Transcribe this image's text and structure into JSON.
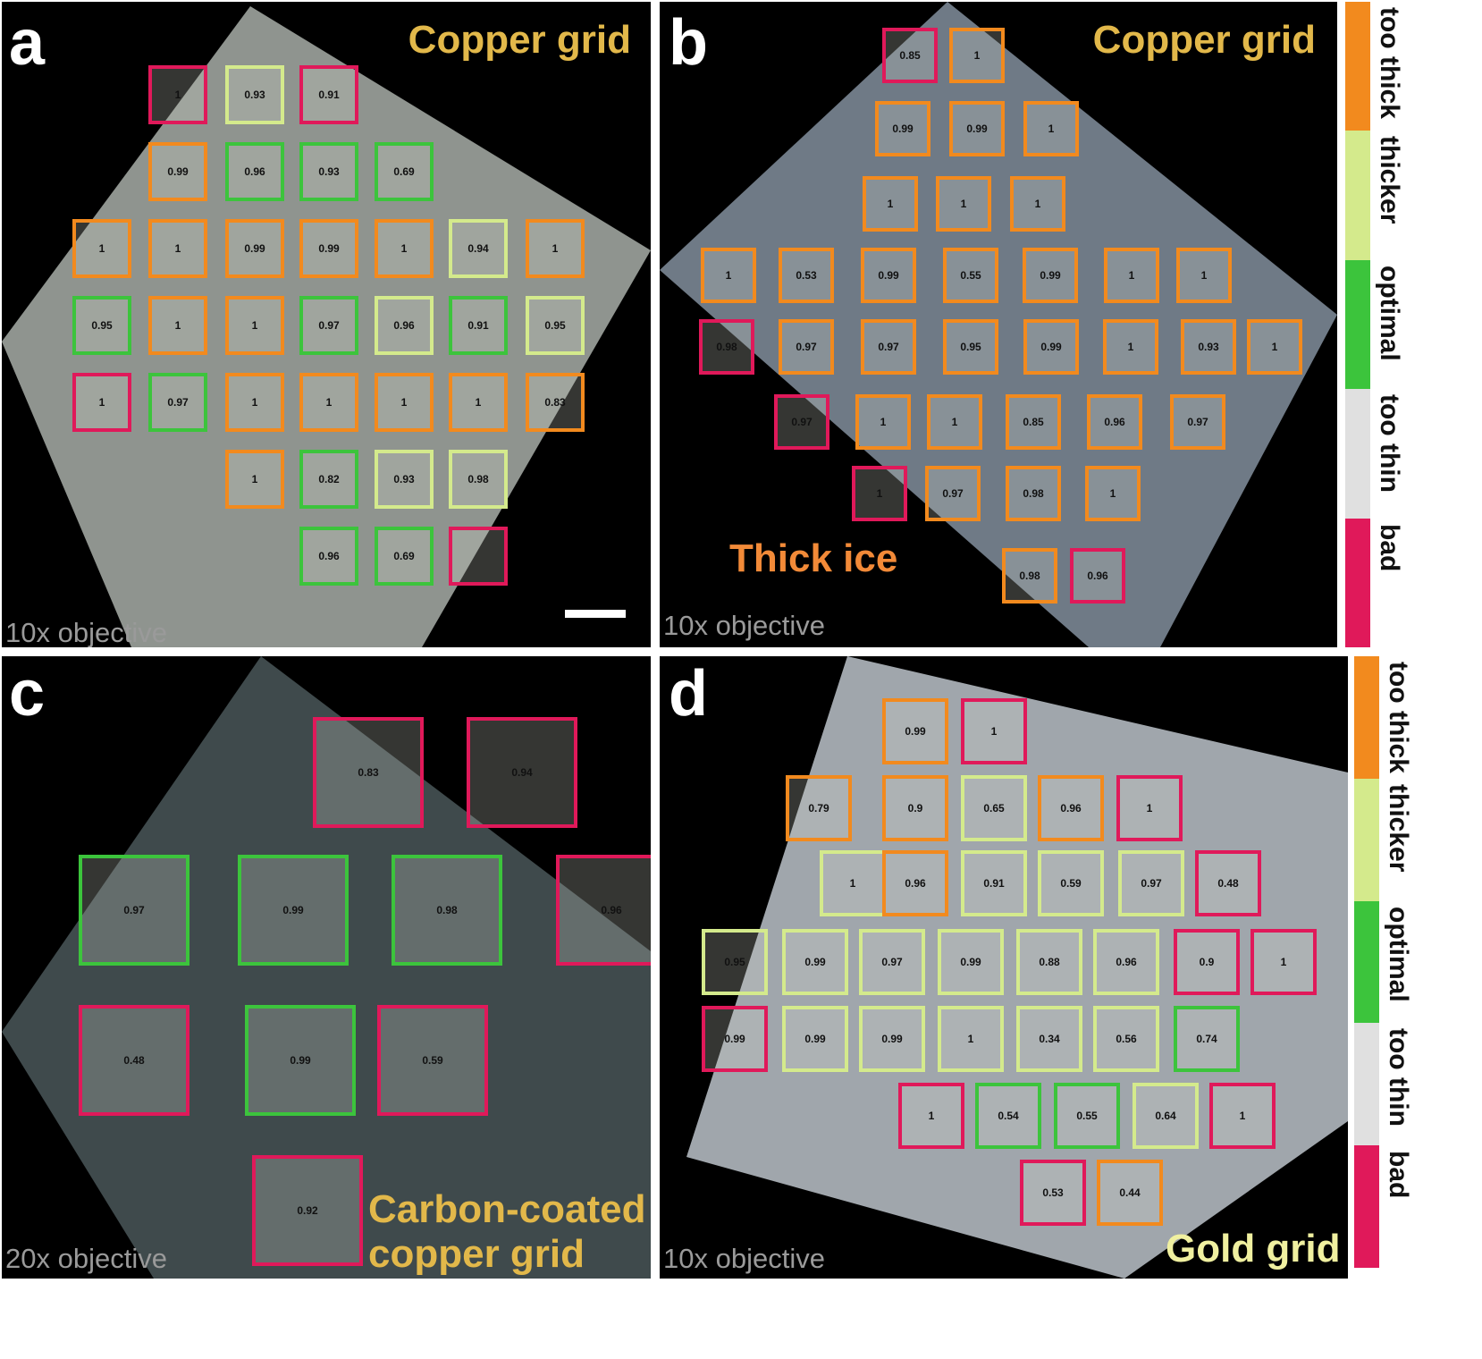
{
  "colors": {
    "too_thick": "#f28a1e",
    "thicker": "#d4ea8c",
    "optimal": "#3cc43c",
    "too_thin": "#e0e0e0",
    "bad": "#e0195a",
    "title_gold": "#e2b84a",
    "thick_ice": "#f28a38",
    "gold_grid": "#f0f0a0"
  },
  "legend": {
    "labels": [
      "too thick",
      "thicker",
      "optimal",
      "too thin",
      "bad"
    ]
  },
  "panels": [
    {
      "letter": "a",
      "title": "Copper grid",
      "objective": "10x objective",
      "scalebar": true,
      "boxes": [
        {
          "c": "bad",
          "s": "1"
        },
        {
          "c": "thicker",
          "s": "0.93"
        },
        {
          "c": "bad",
          "s": "0.91"
        },
        {
          "c": "too_thick",
          "s": "0.99"
        },
        {
          "c": "optimal",
          "s": "0.96"
        },
        {
          "c": "optimal",
          "s": "0.93"
        },
        {
          "c": "optimal",
          "s": "0.69"
        },
        {
          "c": "too_thick",
          "s": "1"
        },
        {
          "c": "too_thick",
          "s": "1"
        },
        {
          "c": "too_thick",
          "s": "0.99"
        },
        {
          "c": "too_thick",
          "s": "0.99"
        },
        {
          "c": "too_thick",
          "s": "1"
        },
        {
          "c": "thicker",
          "s": "0.94"
        },
        {
          "c": "too_thick",
          "s": "1"
        },
        {
          "c": "optimal",
          "s": "0.95"
        },
        {
          "c": "too_thick",
          "s": "1"
        },
        {
          "c": "too_thick",
          "s": "1"
        },
        {
          "c": "optimal",
          "s": "0.97"
        },
        {
          "c": "thicker",
          "s": "0.96"
        },
        {
          "c": "optimal",
          "s": "0.91"
        },
        {
          "c": "thicker",
          "s": "0.95"
        },
        {
          "c": "bad",
          "s": "1"
        },
        {
          "c": "optimal",
          "s": "0.97"
        },
        {
          "c": "too_thick",
          "s": "1"
        },
        {
          "c": "too_thick",
          "s": "1"
        },
        {
          "c": "too_thick",
          "s": "1"
        },
        {
          "c": "too_thick",
          "s": "1"
        },
        {
          "c": "too_thick",
          "s": "0.83"
        },
        {
          "c": "too_thick",
          "s": "1"
        },
        {
          "c": "optimal",
          "s": "0.82"
        },
        {
          "c": "thicker",
          "s": "0.93"
        },
        {
          "c": "thicker",
          "s": "0.98"
        },
        {
          "c": "optimal",
          "s": "0.96"
        },
        {
          "c": "optimal",
          "s": "0.69"
        },
        {
          "c": "bad",
          "s": ""
        }
      ]
    },
    {
      "letter": "b",
      "title": "Copper grid",
      "subtitle": "Thick ice",
      "objective": "10x objective",
      "boxes": [
        {
          "c": "bad",
          "s": "0.85"
        },
        {
          "c": "too_thick",
          "s": "1"
        },
        {
          "c": "too_thick",
          "s": "0.99"
        },
        {
          "c": "too_thick",
          "s": "0.99"
        },
        {
          "c": "too_thick",
          "s": "1"
        },
        {
          "c": "too_thick",
          "s": "1"
        },
        {
          "c": "too_thick",
          "s": "1"
        },
        {
          "c": "too_thick",
          "s": "1"
        },
        {
          "c": "too_thick",
          "s": "1"
        },
        {
          "c": "too_thick",
          "s": "0.53"
        },
        {
          "c": "too_thick",
          "s": "0.99"
        },
        {
          "c": "too_thick",
          "s": "0.55"
        },
        {
          "c": "too_thick",
          "s": "0.99"
        },
        {
          "c": "too_thick",
          "s": "1"
        },
        {
          "c": "too_thick",
          "s": "1"
        },
        {
          "c": "bad",
          "s": "0.98"
        },
        {
          "c": "too_thick",
          "s": "0.97"
        },
        {
          "c": "too_thick",
          "s": "0.97"
        },
        {
          "c": "too_thick",
          "s": "0.95"
        },
        {
          "c": "too_thick",
          "s": "0.99"
        },
        {
          "c": "too_thick",
          "s": "1"
        },
        {
          "c": "too_thick",
          "s": "0.93"
        },
        {
          "c": "too_thick",
          "s": "1"
        },
        {
          "c": "bad",
          "s": "0.97"
        },
        {
          "c": "too_thick",
          "s": "1"
        },
        {
          "c": "too_thick",
          "s": "1"
        },
        {
          "c": "too_thick",
          "s": "0.85"
        },
        {
          "c": "too_thick",
          "s": "0.96"
        },
        {
          "c": "too_thick",
          "s": "0.97"
        },
        {
          "c": "bad",
          "s": "1"
        },
        {
          "c": "too_thick",
          "s": "0.97"
        },
        {
          "c": "too_thick",
          "s": "0.98"
        },
        {
          "c": "too_thick",
          "s": "1"
        },
        {
          "c": "too_thick",
          "s": "0.98"
        },
        {
          "c": "bad",
          "s": "0.96"
        }
      ]
    },
    {
      "letter": "c",
      "title": "Carbon-coated",
      "title2": "copper grid",
      "objective": "20x objective",
      "boxes": [
        {
          "c": "bad",
          "s": "0.83"
        },
        {
          "c": "bad",
          "s": "0.94"
        },
        {
          "c": "optimal",
          "s": "0.97"
        },
        {
          "c": "optimal",
          "s": "0.99"
        },
        {
          "c": "optimal",
          "s": "0.98"
        },
        {
          "c": "bad",
          "s": "0.96"
        },
        {
          "c": "bad",
          "s": "0.48"
        },
        {
          "c": "optimal",
          "s": "0.99"
        },
        {
          "c": "bad",
          "s": "0.59"
        },
        {
          "c": "bad",
          "s": "0.92"
        }
      ]
    },
    {
      "letter": "d",
      "title": "Gold grid",
      "objective": "10x objective",
      "boxes": [
        {
          "c": "too_thick",
          "s": "0.99"
        },
        {
          "c": "bad",
          "s": "1"
        },
        {
          "c": "too_thick",
          "s": "0.79"
        },
        {
          "c": "too_thick",
          "s": "0.9"
        },
        {
          "c": "thicker",
          "s": "0.65"
        },
        {
          "c": "too_thick",
          "s": "0.96"
        },
        {
          "c": "bad",
          "s": "1"
        },
        {
          "c": "thicker",
          "s": "1"
        },
        {
          "c": "too_thick",
          "s": "0.96"
        },
        {
          "c": "thicker",
          "s": "0.91"
        },
        {
          "c": "thicker",
          "s": "0.59"
        },
        {
          "c": "thicker",
          "s": "0.97"
        },
        {
          "c": "bad",
          "s": "0.48"
        },
        {
          "c": "thicker",
          "s": "0.95"
        },
        {
          "c": "thicker",
          "s": "0.99"
        },
        {
          "c": "thicker",
          "s": "0.97"
        },
        {
          "c": "thicker",
          "s": "0.99"
        },
        {
          "c": "thicker",
          "s": "0.88"
        },
        {
          "c": "thicker",
          "s": "0.96"
        },
        {
          "c": "bad",
          "s": "0.9"
        },
        {
          "c": "bad",
          "s": "1"
        },
        {
          "c": "bad",
          "s": "0.99"
        },
        {
          "c": "thicker",
          "s": "0.99"
        },
        {
          "c": "thicker",
          "s": "0.99"
        },
        {
          "c": "thicker",
          "s": "1"
        },
        {
          "c": "thicker",
          "s": "0.34"
        },
        {
          "c": "thicker",
          "s": "0.56"
        },
        {
          "c": "optimal",
          "s": "0.74"
        },
        {
          "c": "bad",
          "s": "1"
        },
        {
          "c": "optimal",
          "s": "0.54"
        },
        {
          "c": "optimal",
          "s": "0.55"
        },
        {
          "c": "thicker",
          "s": "0.64"
        },
        {
          "c": "bad",
          "s": "1"
        },
        {
          "c": "bad",
          "s": "0.53"
        },
        {
          "c": "too_thick",
          "s": "0.44"
        }
      ]
    }
  ]
}
